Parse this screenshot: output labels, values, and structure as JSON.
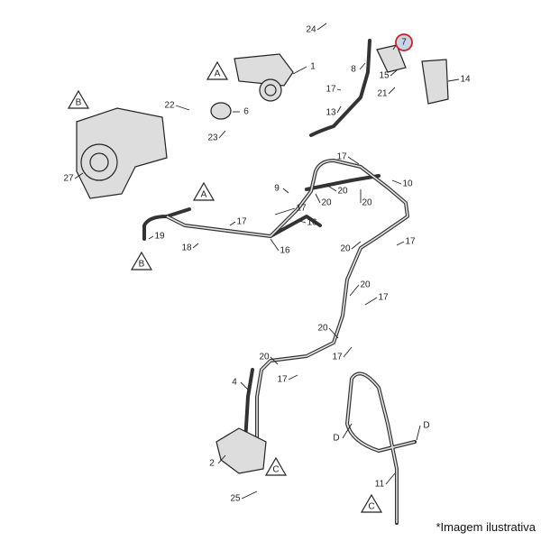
{
  "callouts": [
    "24",
    "7",
    "1",
    "8",
    "17",
    "15",
    "14",
    "21",
    "13",
    "6",
    "22",
    "23",
    "27",
    "17",
    "9",
    "20",
    "10",
    "20",
    "20",
    "17",
    "16",
    "17",
    "19",
    "18",
    "16",
    "20",
    "17",
    "20",
    "17",
    "20",
    "17",
    "20",
    "17",
    "4",
    "D",
    "D",
    "2",
    "11",
    "25"
  ],
  "highlighted_callout": "7",
  "highlight_color": "#d62020",
  "highlight_fill": "#c8d4e8",
  "connectors": [
    "A",
    "B",
    "A",
    "B",
    "C",
    "C"
  ],
  "caption": "*Imagem ilustrativa"
}
